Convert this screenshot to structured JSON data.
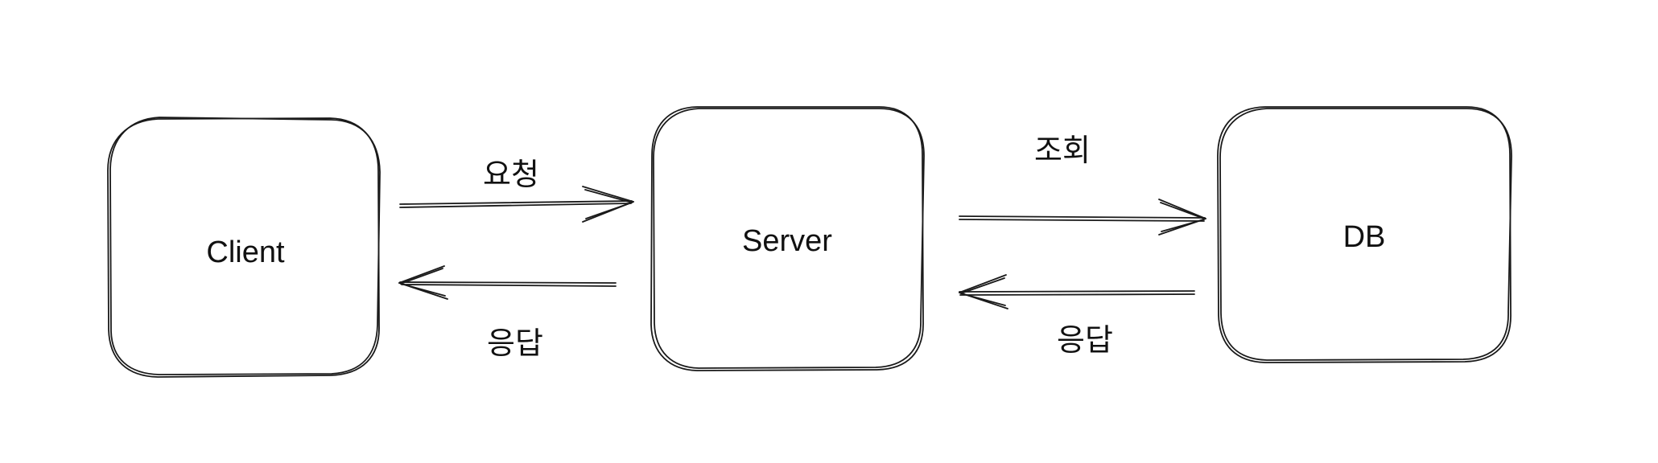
{
  "diagram": {
    "nodes": [
      {
        "id": "client",
        "label": "Client"
      },
      {
        "id": "server",
        "label": "Server"
      },
      {
        "id": "db",
        "label": "DB"
      }
    ],
    "edges": [
      {
        "id": "client-to-server",
        "from": "client",
        "to": "server",
        "label": "요청"
      },
      {
        "id": "server-to-client",
        "from": "server",
        "to": "client",
        "label": "응답"
      },
      {
        "id": "server-to-db",
        "from": "server",
        "to": "db",
        "label": "조회"
      },
      {
        "id": "db-to-server",
        "from": "db",
        "to": "server",
        "label": "응답"
      }
    ],
    "colors": {
      "stroke": "#1a1a1a",
      "text": "#111111",
      "background": "#ffffff"
    }
  }
}
